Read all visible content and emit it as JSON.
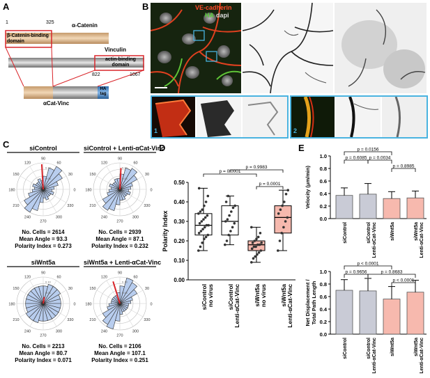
{
  "panels": {
    "a": "A",
    "b": "B",
    "c": "C",
    "d": "D",
    "e": "E"
  },
  "panelA": {
    "alpha_catenin": "α-Catenin",
    "beta_binding": "β-Catenin-binding domain",
    "n325": "325",
    "n1": "1",
    "vinculin": "Vinculin",
    "actin_binding": "actin-binding domain",
    "n822": "822",
    "n1067": "1067",
    "ha_tag": "HA tag",
    "construct": "αCat-Vinc",
    "colors": {
      "catenin": "#d9b48a",
      "vinculin": "#9a9a9a",
      "ha": "#3d7fc4",
      "box": "#d9252a"
    }
  },
  "panelB": {
    "title_ve": "VE-cadherin",
    "title_ha": "HA",
    "title_dapi": "dapi",
    "inset1": "1",
    "inset2": "2"
  },
  "panelC": {
    "rose_ticks": [
      "0.05",
      "0.10"
    ],
    "angles": [
      "90",
      "120",
      "60",
      "150",
      "30",
      "180",
      "0",
      "210",
      "330",
      "240",
      "300",
      "270"
    ],
    "plots": [
      {
        "title": "siControl",
        "cells": "No. Cells = 2614",
        "mean": "Mean Angle = 93.3",
        "pi": "Polarity Index = 0.273",
        "mean_deg": 93.3,
        "pi_val": 0.273,
        "bins": [
          0.05,
          0.07,
          0.1,
          0.12,
          0.1,
          0.06,
          0.04,
          0.05,
          0.04,
          0.04,
          0.05,
          0.04
        ]
      },
      {
        "title": "siControl + Lenti-αCat-Vinc",
        "cells": "No. Cells = 2939",
        "mean": "Mean Angle = 87.1",
        "pi": "Polarity Index = 0.232",
        "mean_deg": 87.1,
        "pi_val": 0.232,
        "bins": [
          0.05,
          0.06,
          0.09,
          0.11,
          0.1,
          0.07,
          0.05,
          0.05,
          0.04,
          0.04,
          0.05,
          0.04
        ]
      },
      {
        "title": "siWnt5a",
        "cells": "No. Cells = 2213",
        "mean": "Mean Angle = 80.7",
        "pi": "Polarity Index = 0.071",
        "mean_deg": 80.7,
        "pi_val": 0.071,
        "bins": [
          0.08,
          0.08,
          0.09,
          0.09,
          0.09,
          0.08,
          0.08,
          0.08,
          0.08,
          0.08,
          0.08,
          0.08
        ]
      },
      {
        "title": "siWnt5a + Lenti-αCat-Vinc",
        "cells": "No. Cells = 2106",
        "mean": "Mean Angle = 107.1",
        "pi": "Polarity Index = 0.251",
        "mean_deg": 107.1,
        "pi_val": 0.251,
        "bins": [
          0.05,
          0.06,
          0.09,
          0.11,
          0.12,
          0.08,
          0.05,
          0.04,
          0.04,
          0.04,
          0.04,
          0.04
        ]
      }
    ]
  },
  "chart_data": [
    {
      "type": "box",
      "ylabel": "Polarity Index",
      "ylim": [
        0,
        0.5
      ],
      "yticks": [
        "0.00",
        "0.10",
        "0.20",
        "0.30",
        "0.40",
        "0.50"
      ],
      "categories": [
        "siControl no virus",
        "siControl Lenti-αCat-Vinc",
        "siWnt5a no virus",
        "siWnt5a Lenti-αCat-Vinc"
      ],
      "boxes": [
        {
          "min": 0.15,
          "q1": 0.23,
          "median": 0.28,
          "q3": 0.34,
          "max": 0.47,
          "color": "#ffffff"
        },
        {
          "min": 0.18,
          "q1": 0.23,
          "median": 0.3,
          "q3": 0.38,
          "max": 0.43,
          "color": "#ffffff"
        },
        {
          "min": 0.09,
          "q1": 0.15,
          "median": 0.18,
          "q3": 0.2,
          "max": 0.27,
          "color": "#f6b9ae"
        },
        {
          "min": 0.15,
          "q1": 0.24,
          "median": 0.32,
          "q3": 0.38,
          "max": 0.46,
          "color": "#f6b9ae"
        }
      ],
      "points": [
        [
          0.15,
          0.17,
          0.19,
          0.21,
          0.22,
          0.23,
          0.24,
          0.25,
          0.26,
          0.27,
          0.28,
          0.28,
          0.29,
          0.3,
          0.31,
          0.32,
          0.33,
          0.34,
          0.35,
          0.36,
          0.38,
          0.4,
          0.43,
          0.47
        ],
        [
          0.18,
          0.2,
          0.23,
          0.25,
          0.27,
          0.29,
          0.3,
          0.31,
          0.33,
          0.35,
          0.37,
          0.38,
          0.4,
          0.43
        ],
        [
          0.09,
          0.11,
          0.12,
          0.13,
          0.14,
          0.15,
          0.16,
          0.17,
          0.17,
          0.18,
          0.18,
          0.19,
          0.19,
          0.2,
          0.21,
          0.22,
          0.24,
          0.27
        ],
        [
          0.15,
          0.2,
          0.24,
          0.27,
          0.3,
          0.32,
          0.34,
          0.36,
          0.38,
          0.4,
          0.44,
          0.46
        ]
      ],
      "annotations": [
        {
          "text": "p = 0.0001",
          "from": 0,
          "to": 2
        },
        {
          "text": "p = 0.9983",
          "from": 1,
          "to": 3
        },
        {
          "text": "p = 0.0001",
          "from": 2,
          "to": 3
        }
      ]
    },
    {
      "type": "bar",
      "ylabel": "Velocity (μm/min)",
      "ylim": [
        0,
        1.0
      ],
      "yticks": [
        "0.0",
        "0.2",
        "0.4",
        "0.6",
        "0.8",
        "1.0"
      ],
      "categories": [
        "siControl",
        "siControl Lenti-αCat-Vinc",
        "siWnt5a",
        "siWnt5a Lenti-αCat-Vinc"
      ],
      "values": [
        0.37,
        0.39,
        0.32,
        0.33
      ],
      "errors": [
        0.12,
        0.17,
        0.11,
        0.11
      ],
      "colors": [
        "#c9cbd6",
        "#c9cbd6",
        "#f7b9ae",
        "#f7b9ae"
      ],
      "annotations": [
        {
          "text": "p = 0.0156",
          "from": 0,
          "to": 2
        },
        {
          "text": "p = 0.6085",
          "from": 0,
          "to": 1
        },
        {
          "text": "p = 0.0034",
          "from": 1,
          "to": 2
        },
        {
          "text": "p = 0.8985",
          "from": 2,
          "to": 3
        }
      ]
    },
    {
      "type": "bar",
      "ylabel": "Net Displacement / Total Path Length",
      "ylim": [
        0,
        1.0
      ],
      "yticks": [
        "0.0",
        "0.2",
        "0.4",
        "0.6",
        "0.8",
        "1.0"
      ],
      "categories": [
        "siControl",
        "siControl Lenti-αCat-Vinc",
        "siWnt5a",
        "siWnt5a Lenti-αCat-Vinc"
      ],
      "values": [
        0.7,
        0.69,
        0.56,
        0.67
      ],
      "errors": [
        0.17,
        0.2,
        0.2,
        0.19
      ],
      "colors": [
        "#c9cbd6",
        "#c9cbd6",
        "#f7b9ae",
        "#f7b9ae"
      ],
      "annotations": [
        {
          "text": "p < 0.0001",
          "from": 0,
          "to": 2
        },
        {
          "text": "p = 0.9656",
          "from": 0,
          "to": 1
        },
        {
          "text": "p = 0.8683",
          "from": 1,
          "to": 3
        },
        {
          "text": "p < 0.0001",
          "from": 2,
          "to": 3
        }
      ]
    }
  ]
}
